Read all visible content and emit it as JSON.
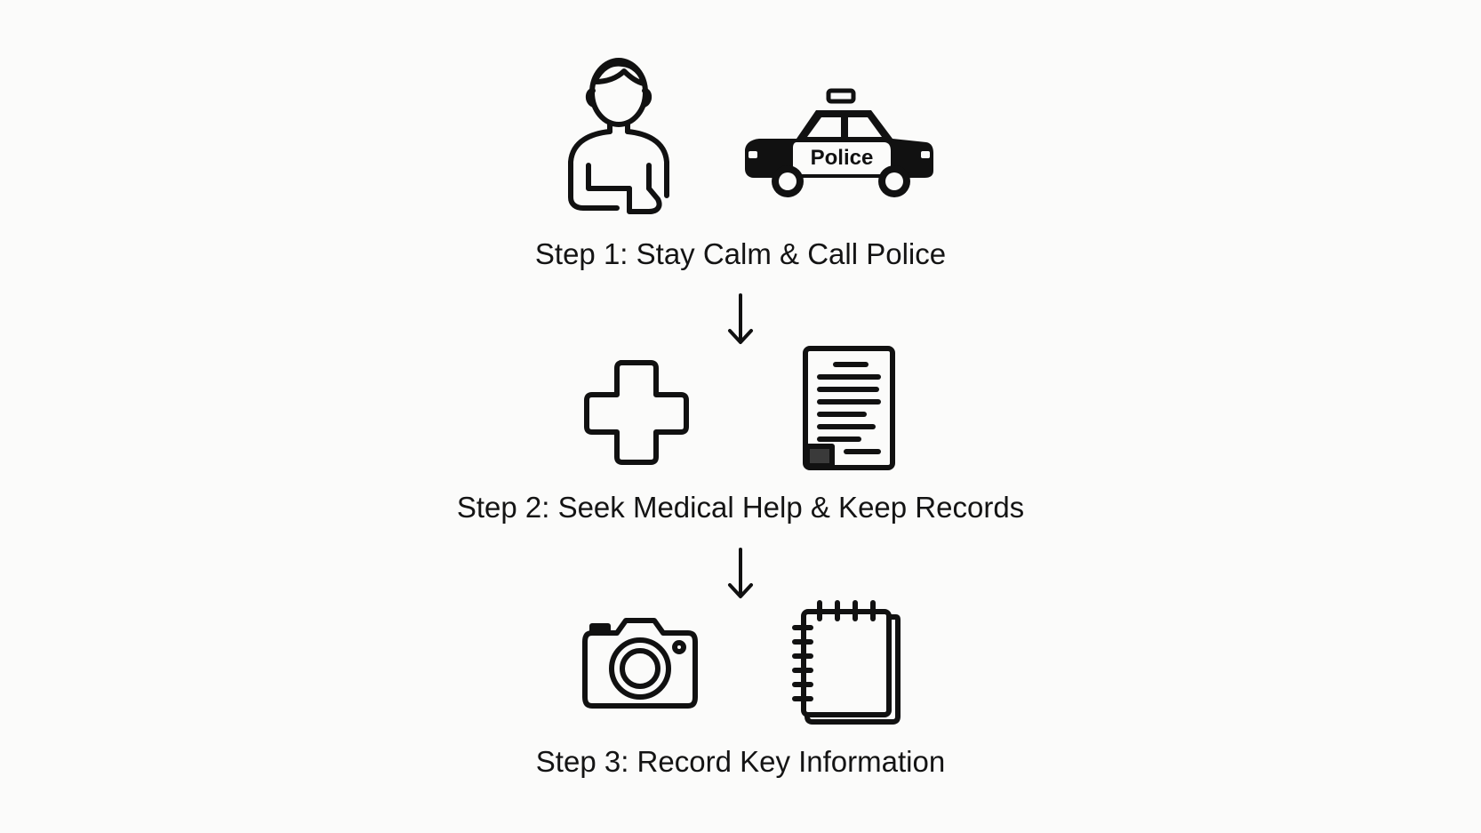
{
  "steps": [
    {
      "label": "Step 1: Stay Calm & Call Police",
      "icons": [
        "person-icon",
        "police-car-icon"
      ],
      "car_text": "Police"
    },
    {
      "label": "Step 2: Seek Medical Help & Keep Records",
      "icons": [
        "medical-cross-icon",
        "document-icon"
      ]
    },
    {
      "label": "Step 3: Record Key Information",
      "icons": [
        "camera-icon",
        "notebook-icon"
      ]
    }
  ],
  "colors": {
    "background": "#fbfbfa",
    "ink": "#111111"
  }
}
